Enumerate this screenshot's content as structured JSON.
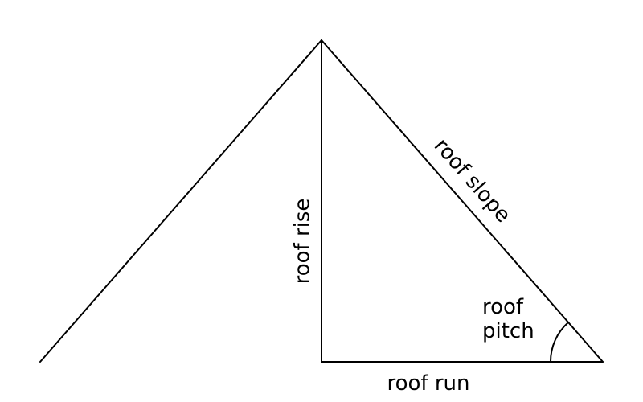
{
  "diagram": {
    "labels": {
      "slope": "roof slope",
      "rise": "roof rise",
      "pitch_line1": "roof",
      "pitch_line2": "pitch",
      "run": "roof run"
    },
    "colors": {
      "background": "#ffffff",
      "stroke": "#000000",
      "text": "#000000"
    }
  }
}
